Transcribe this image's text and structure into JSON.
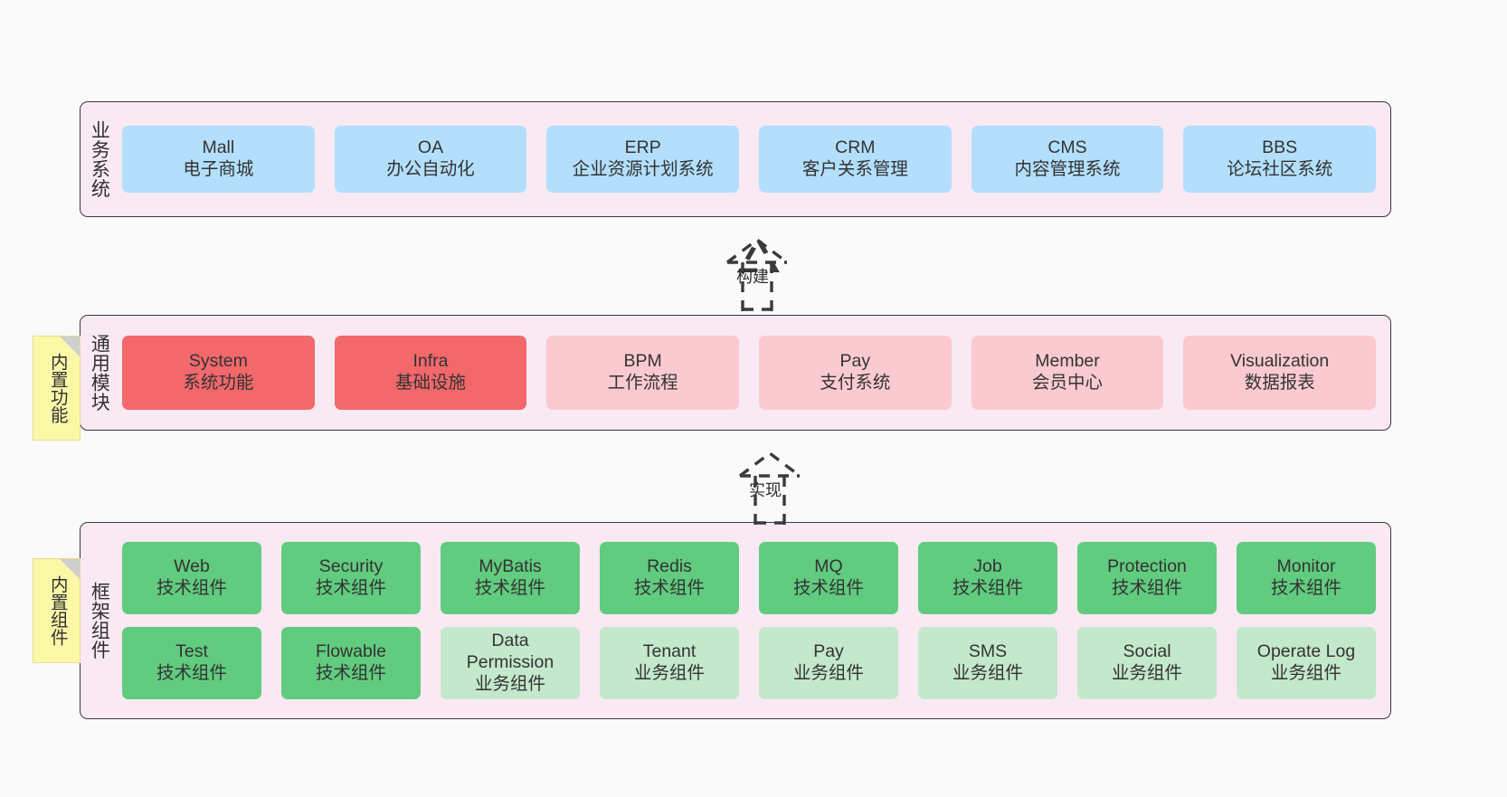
{
  "diagram": {
    "title": "System Architecture Layers",
    "background": "#fafafa",
    "panel_color": "#f9e9f3",
    "notes": [
      {
        "id": "builtin-function",
        "text": "内置功能"
      },
      {
        "id": "builtin-component",
        "text": "内置组件"
      }
    ],
    "arrows": [
      {
        "id": "build",
        "label": "构建",
        "style": "dashed-hollow-triangle"
      },
      {
        "id": "implement",
        "label": "实现",
        "style": "dashed-hollow-triangle"
      }
    ]
  },
  "layers": [
    {
      "id": "business-system",
      "label": "业务系统",
      "color": "#b3dffc",
      "rows": [
        [
          {
            "en": "Mall",
            "cn": "电子商城",
            "color": "blue"
          },
          {
            "en": "OA",
            "cn": "办公自动化",
            "color": "blue"
          },
          {
            "en": "ERP",
            "cn": "企业资源计划系统",
            "color": "blue"
          },
          {
            "en": "CRM",
            "cn": "客户关系管理",
            "color": "blue"
          },
          {
            "en": "CMS",
            "cn": "内容管理系统",
            "color": "blue"
          },
          {
            "en": "BBS",
            "cn": "论坛社区系统",
            "color": "blue"
          }
        ]
      ]
    },
    {
      "id": "common-modules",
      "label": "通用模块",
      "color": "#f2686b",
      "rows": [
        [
          {
            "en": "System",
            "cn": "系统功能",
            "color": "red"
          },
          {
            "en": "Infra",
            "cn": "基础设施",
            "color": "red"
          },
          {
            "en": "BPM",
            "cn": "工作流程",
            "color": "pink"
          },
          {
            "en": "Pay",
            "cn": "支付系统",
            "color": "pink"
          },
          {
            "en": "Member",
            "cn": "会员中心",
            "color": "pink"
          },
          {
            "en": "Visualization",
            "cn": "数据报表",
            "color": "pink"
          }
        ]
      ]
    },
    {
      "id": "framework-components",
      "label": "框架组件",
      "color": "#61cb7f",
      "rows": [
        [
          {
            "en": "Web",
            "cn": "技术组件",
            "color": "green"
          },
          {
            "en": "Security",
            "cn": "技术组件",
            "color": "green"
          },
          {
            "en": "MyBatis",
            "cn": "技术组件",
            "color": "green"
          },
          {
            "en": "Redis",
            "cn": "技术组件",
            "color": "green"
          },
          {
            "en": "MQ",
            "cn": "技术组件",
            "color": "green"
          },
          {
            "en": "Job",
            "cn": "技术组件",
            "color": "green"
          },
          {
            "en": "Protection",
            "cn": "技术组件",
            "color": "green"
          },
          {
            "en": "Monitor",
            "cn": "技术组件",
            "color": "green"
          }
        ],
        [
          {
            "en": "Test",
            "cn": "技术组件",
            "color": "green"
          },
          {
            "en": "Flowable",
            "cn": "技术组件",
            "color": "green"
          },
          {
            "en": "Data Permission",
            "cn": "业务组件",
            "color": "mint"
          },
          {
            "en": "Tenant",
            "cn": "业务组件",
            "color": "mint"
          },
          {
            "en": "Pay",
            "cn": "业务组件",
            "color": "mint"
          },
          {
            "en": "SMS",
            "cn": "业务组件",
            "color": "mint"
          },
          {
            "en": "Social",
            "cn": "业务组件",
            "color": "mint"
          },
          {
            "en": "Operate Log",
            "cn": "业务组件",
            "color": "mint"
          }
        ]
      ]
    }
  ]
}
